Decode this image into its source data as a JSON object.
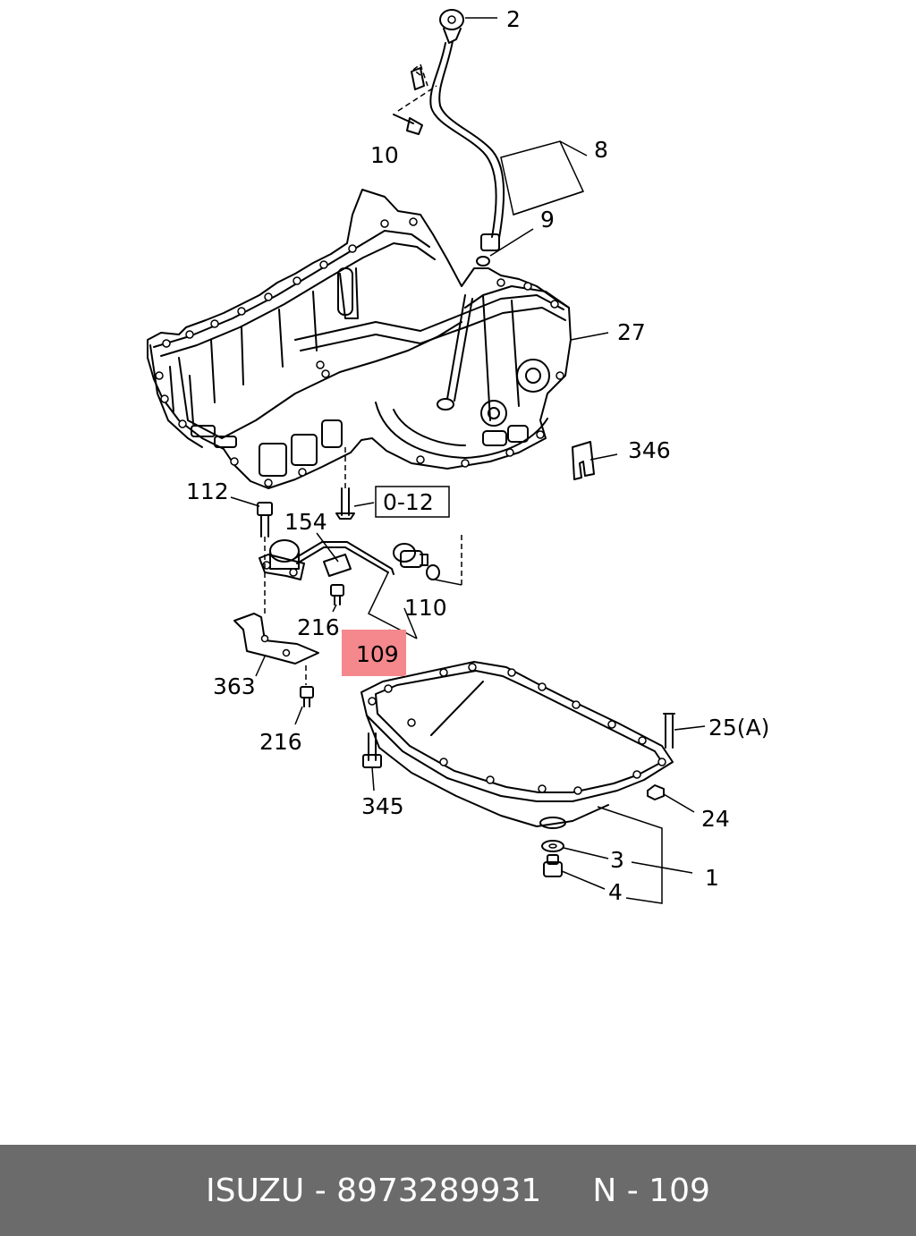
{
  "callouts": {
    "c2": "2",
    "c8": "8",
    "c9": "9",
    "c10": "10",
    "c27": "27",
    "c346": "346",
    "c112": "112",
    "c154": "154",
    "c012": "0-12",
    "c110": "110",
    "c216a": "216",
    "c109": "109",
    "c363": "363",
    "c216b": "216",
    "c25a": "25(A)",
    "c345": "345",
    "c24": "24",
    "c3": "3",
    "c1": "1",
    "c4": "4"
  },
  "footer": {
    "brand": "ISUZU",
    "separator1": " - ",
    "part_number": "8973289931",
    "gap": "     ",
    "ref_prefix": "N",
    "separator2": " - ",
    "ref_number": "109"
  },
  "colors": {
    "highlight": "#f4888c",
    "footer_bg": "#6b6b6b",
    "footer_text": "#ffffff"
  }
}
